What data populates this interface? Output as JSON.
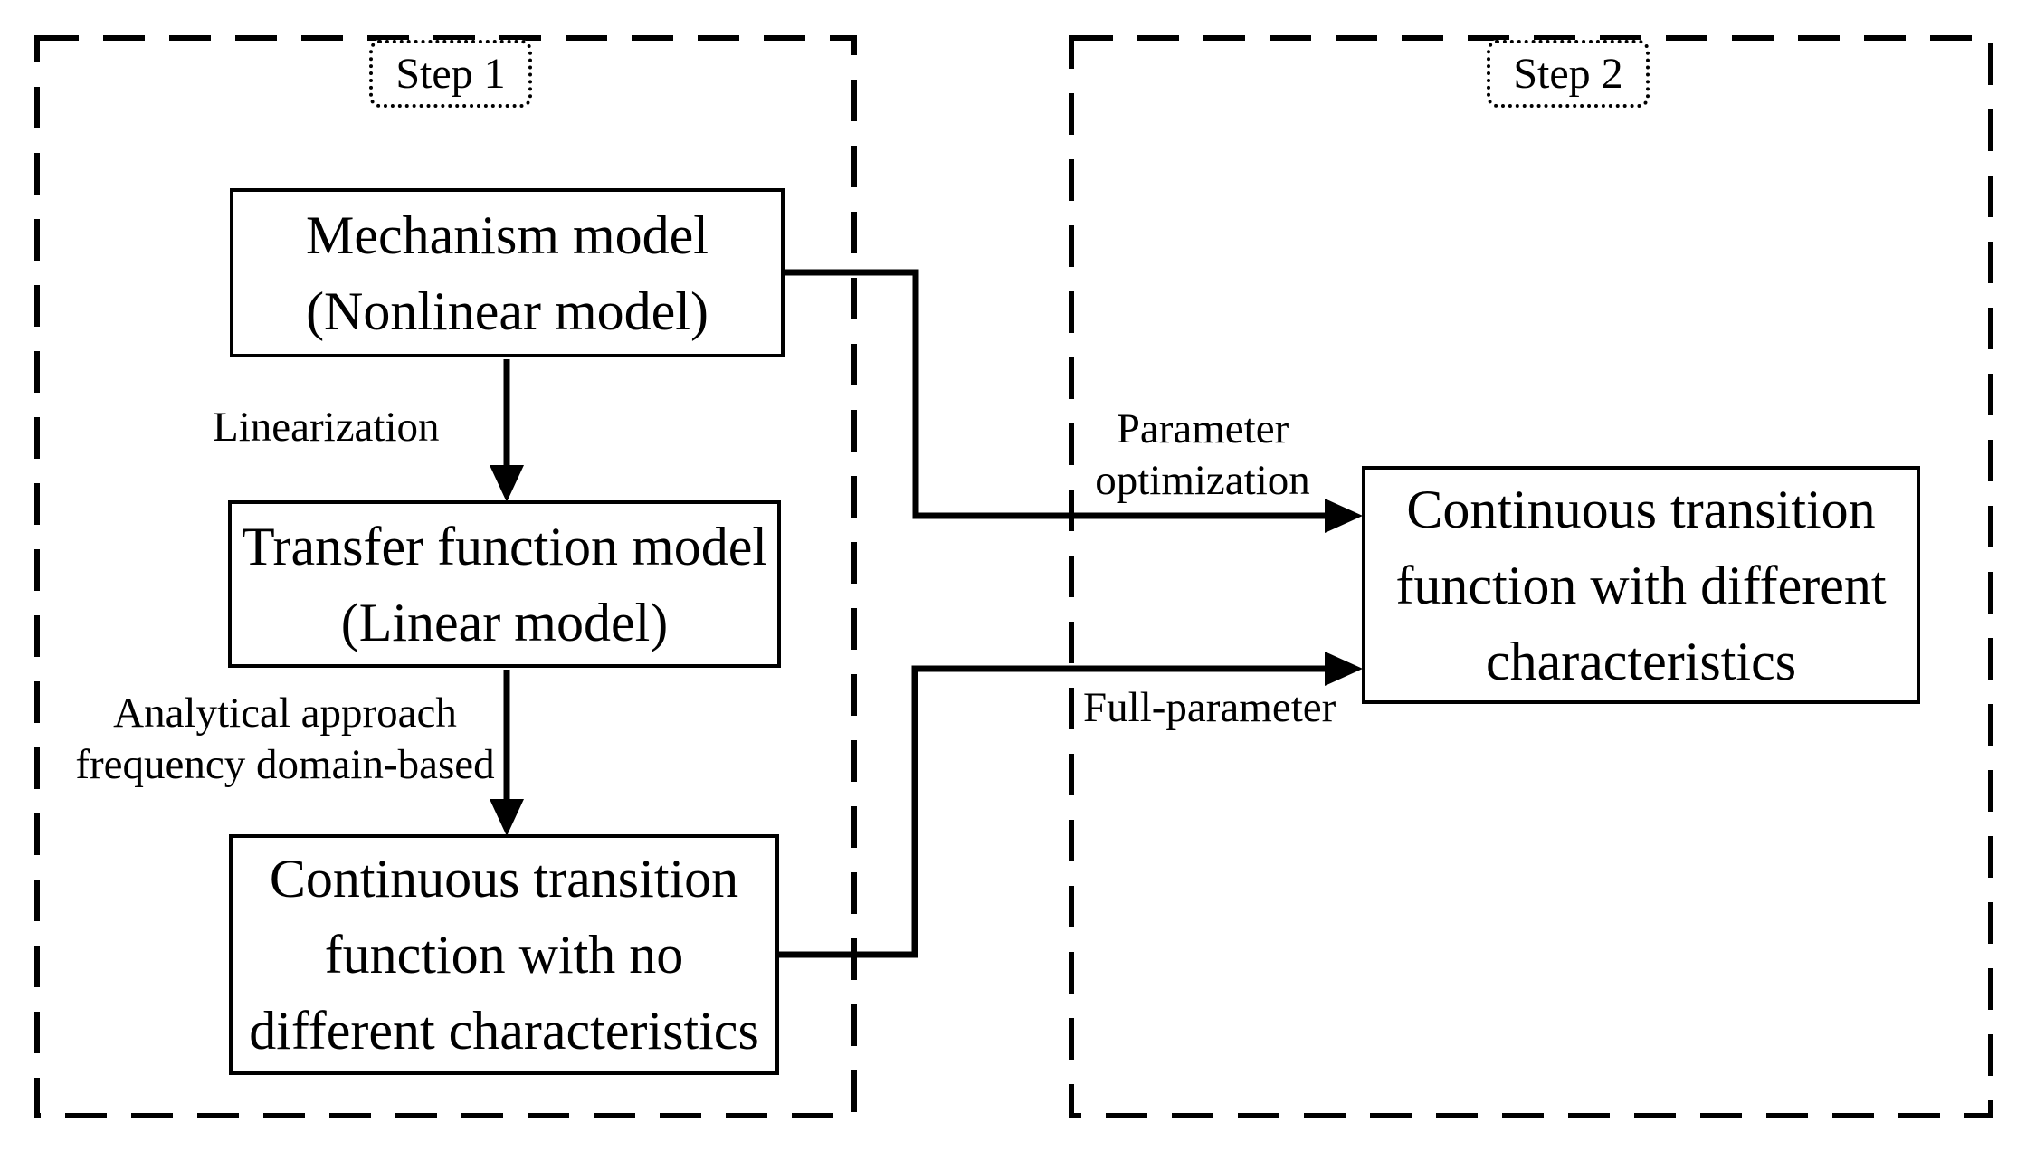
{
  "figure": {
    "background": "#ffffff",
    "ink": "#000000"
  },
  "steps": [
    {
      "label": "Step 1"
    },
    {
      "label": "Step 2"
    }
  ],
  "nodes": {
    "mechanism": {
      "text": "Mechanism model\n(Nonlinear model)"
    },
    "transfer": {
      "text": "Transfer function model\n(Linear model)"
    },
    "continuous_no_diff": {
      "text": "Continuous transition\nfunction with no\ndifferent characteristics"
    },
    "continuous_diff": {
      "text": "Continuous transition\nfunction with different\ncharacteristics"
    }
  },
  "edge_labels": {
    "linearization": "Linearization",
    "analytical_approach": "Analytical approach\nfrequency domain-based",
    "parameter_optimization": "Parameter\noptimization",
    "full_parameter": "Full-parameter"
  }
}
